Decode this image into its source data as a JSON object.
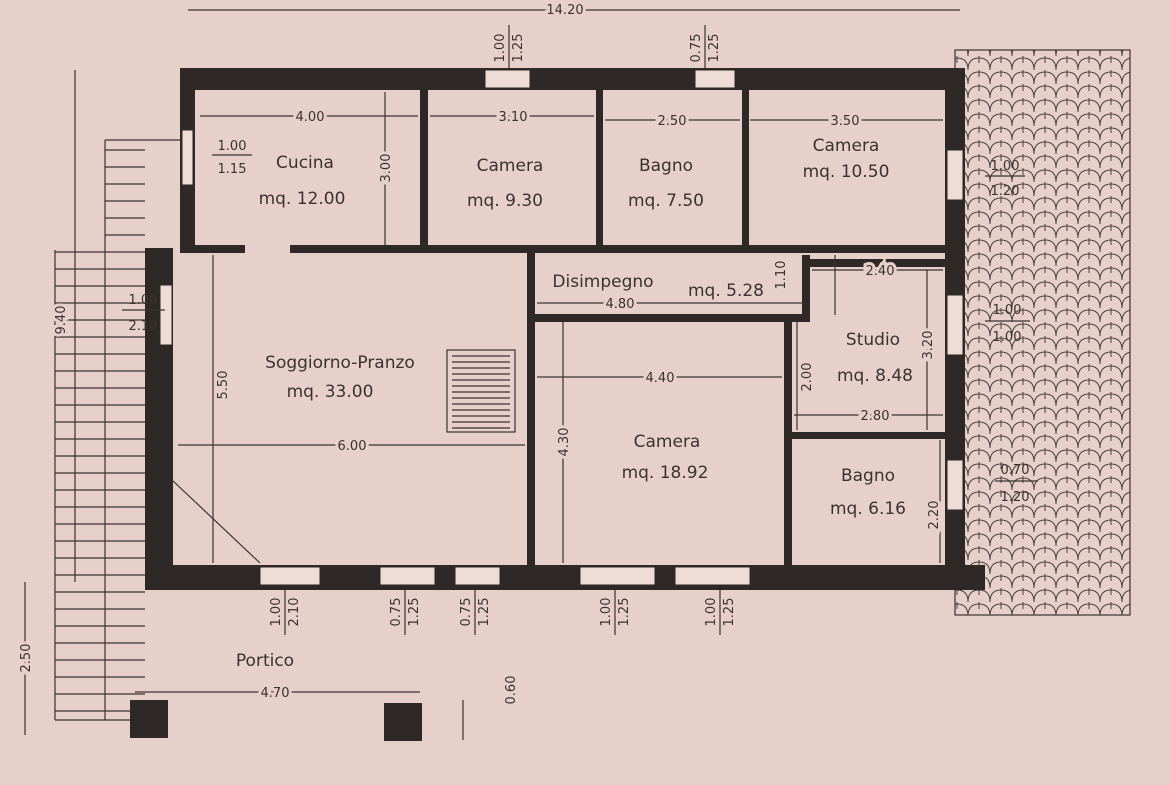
{
  "colors": {
    "paper": "#e7d0ca",
    "wall": "#2e2826",
    "ink": "#3a3230"
  },
  "rooms": [
    {
      "name": "Cucina",
      "area": "mq. 12.00"
    },
    {
      "name": "Camera",
      "area": "mq. 9.30"
    },
    {
      "name": "Bagno",
      "area": "mq. 7.50"
    },
    {
      "name": "Camera",
      "area": "mq. 10.50"
    },
    {
      "name": "Disimpegno",
      "area": "mq. 5.28"
    },
    {
      "name": "Studio",
      "area": "mq. 8.48"
    },
    {
      "name": "Soggiorno-Pranzo",
      "area": "mq. 33.00"
    },
    {
      "name": "Camera",
      "area": "mq. 18.92"
    },
    {
      "name": "Bagno",
      "area": "mq. 6.16"
    },
    {
      "name": "Portico"
    }
  ],
  "dimensions": {
    "total_width": "14.20",
    "cucina_w": "4.00",
    "camera1_w": "3.10",
    "bagno1_w": "2.50",
    "camera2_w": "3.50",
    "disimpegno_w": "4.80",
    "studio_w": "2.40",
    "camera3_w": "4.40",
    "studio_w2": "2.80",
    "soggiorno_w": "6.00",
    "portico_w": "4.70",
    "cucina_h": "3.00",
    "disimpegno_h": "1.10",
    "studio_h": "3.20",
    "studio_h2": "2.00",
    "soggiorno_h": "5.50",
    "camera3_h": "4.30",
    "bagno2_h": "2.20",
    "total_height": "9.40",
    "portico_h": "2.50",
    "pillar": "0.60"
  },
  "openings": [
    {
      "w": "1.00",
      "h": "1.25"
    },
    {
      "w": "0.75",
      "h": "1.25"
    },
    {
      "w": "1.00",
      "h": "1.15"
    },
    {
      "w": "1.00",
      "h": "2.10"
    },
    {
      "w": "1.00",
      "h": "1.20"
    },
    {
      "w": "1.00",
      "h": "1.00"
    },
    {
      "w": "0.70",
      "h": "1.20"
    },
    {
      "w": "1.00",
      "h": "2.10"
    },
    {
      "w": "0.75",
      "h": "1.25"
    },
    {
      "w": "0.75",
      "h": "1.25"
    },
    {
      "w": "1.00",
      "h": "1.25"
    },
    {
      "w": "1.00",
      "h": "1.25"
    }
  ]
}
